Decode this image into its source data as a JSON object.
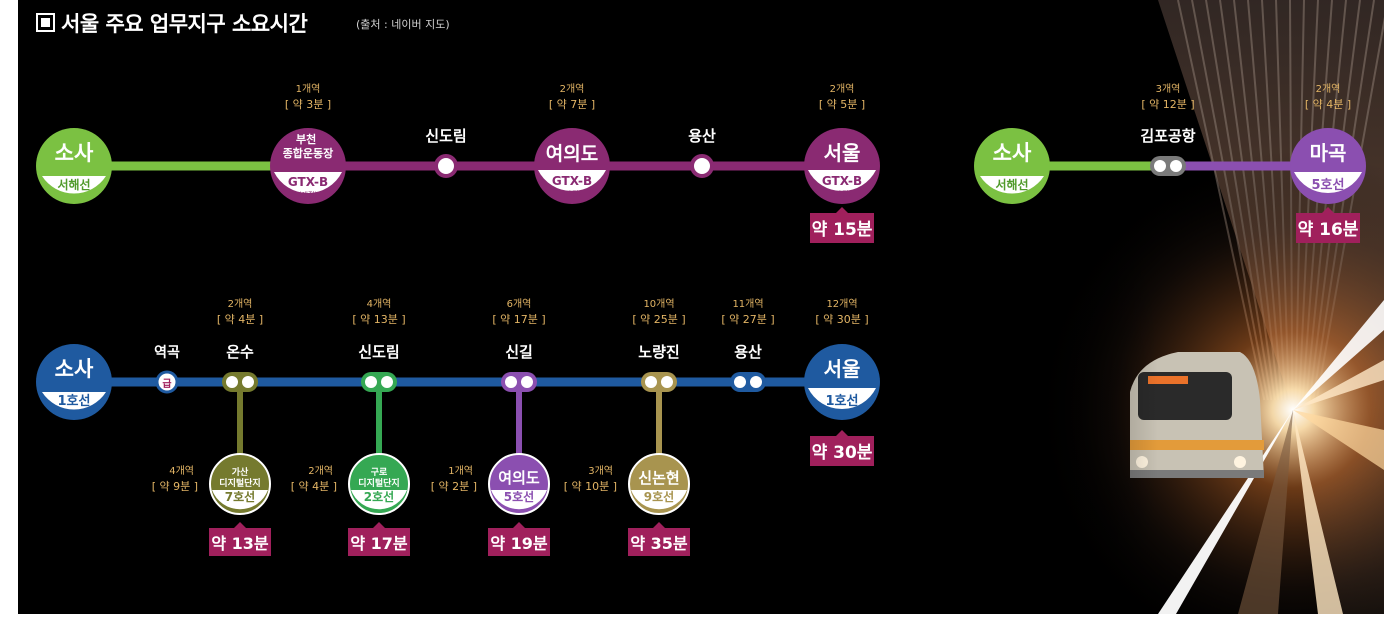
{
  "header": {
    "title": "서울 주요 업무지구 소요시간",
    "source": "(출처 : 네이버 지도)"
  },
  "colors": {
    "seohae": "#7bc142",
    "gtx": "#8a2a72",
    "line1": "#1f5aa0",
    "line5": "#8b4fb0",
    "line7": "#757a2e",
    "line2": "#35a853",
    "line9": "#a8944f",
    "time_badge": "#a0205c",
    "gold": "#e3b565"
  },
  "route1": {
    "stations": {
      "sosa": {
        "name": "소사",
        "line": "서해선"
      },
      "bucheon": {
        "name": "부천\n종합운동장",
        "line": "GTX-B",
        "note": "(예정)",
        "count": "1개역",
        "time": "[ 약 3분 ]"
      },
      "sindorim": {
        "name": "신도림"
      },
      "yeouido": {
        "name": "여의도",
        "line": "GTX-B",
        "note": "(예정)",
        "count": "2개역",
        "time": "[ 약 7분 ]"
      },
      "yongsan": {
        "name": "용산"
      },
      "seoul": {
        "name": "서울",
        "line": "GTX-B",
        "note": "(예정)",
        "count": "2개역",
        "time": "[ 약 5분 ]"
      }
    },
    "total": "약 15분"
  },
  "route2": {
    "stations": {
      "sosa": {
        "name": "소사",
        "line": "서해선"
      },
      "gimpo": {
        "name": "김포공항",
        "count": "3개역",
        "time": "[ 약 12분 ]"
      },
      "magok": {
        "name": "마곡",
        "line": "5호선",
        "count": "2개역",
        "time": "[ 약 4분 ]"
      }
    },
    "total": "약 16분"
  },
  "route3": {
    "stations": {
      "sosa": {
        "name": "소사",
        "line": "1호선"
      },
      "yeokgok": {
        "name": "역곡",
        "express": "급"
      },
      "onsu": {
        "name": "온수",
        "count": "2개역",
        "time": "[ 약 4분 ]"
      },
      "sindorim": {
        "name": "신도림",
        "count": "4개역",
        "time": "[ 약 13분 ]"
      },
      "singil": {
        "name": "신길",
        "count": "6개역",
        "time": "[ 약 17분 ]"
      },
      "noryangjin": {
        "name": "노량진",
        "count": "10개역",
        "time": "[ 약 25분 ]"
      },
      "yongsan": {
        "name": "용산",
        "count": "11개역",
        "time": "[ 약 27분 ]"
      },
      "seoul": {
        "name": "서울",
        "line": "1호선",
        "count": "12개역",
        "time": "[ 약 30분 ]"
      }
    },
    "total": "약 30분",
    "branches": [
      {
        "name": "가산\n디지털단지",
        "line": "7호선",
        "count": "4개역",
        "time": "[ 약 9분 ]",
        "total": "약 13분"
      },
      {
        "name": "구로\n디지털단지",
        "line": "2호선",
        "count": "2개역",
        "time": "[ 약 4분 ]",
        "total": "약 17분"
      },
      {
        "name": "여의도",
        "line": "5호선",
        "count": "1개역",
        "time": "[ 약 2분 ]",
        "total": "약 19분"
      },
      {
        "name": "신논현",
        "line": "9호선",
        "count": "3개역",
        "time": "[ 약 10분 ]",
        "total": "약 35분"
      }
    ]
  }
}
